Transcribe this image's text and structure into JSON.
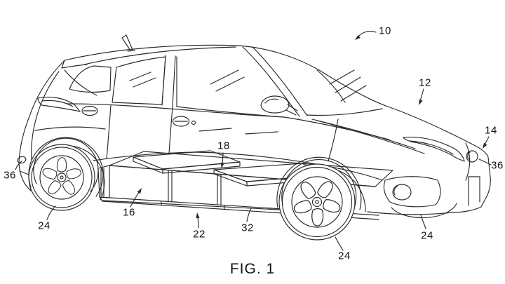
{
  "figure": {
    "caption": "FIG. 1"
  },
  "reference_numerals": {
    "ref10": "10",
    "ref12": "12",
    "ref14": "14",
    "ref16": "16",
    "ref18": "18",
    "ref22": "22",
    "ref24_rear": "24",
    "ref24_front": "24",
    "ref24_far": "24",
    "ref32": "32",
    "ref36_rear": "36",
    "ref36_front": "36"
  },
  "colors": {
    "background": "#ffffff",
    "line": "#2a2a2a",
    "label_text": "#111111"
  }
}
